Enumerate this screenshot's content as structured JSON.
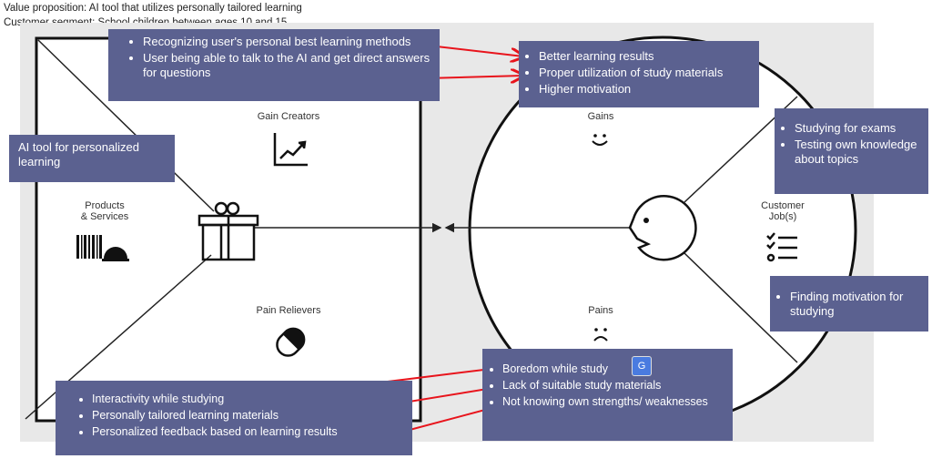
{
  "header": {
    "value_proposition": "Value proposition: AI tool that utilizes personally tailored learning",
    "customer_segment": "Customer segment: School children between ages 10 and 15"
  },
  "canvas": {
    "gain_creators": "Gain Creators",
    "products_services_1": "Products",
    "products_services_2": "& Services",
    "pain_relievers": "Pain Relievers",
    "gains": "Gains",
    "pains": "Pains",
    "customer_jobs_1": "Customer",
    "customer_jobs_2": "Job(s)"
  },
  "notes": {
    "gain_creators": [
      "Recognizing user's personal best learning methods",
      "User being able to talk to the AI and get direct answers for questions"
    ],
    "product": "AI tool for personalized learning",
    "gains": [
      "Better learning results",
      "Proper utilization of study materials",
      "Higher motivation"
    ],
    "jobs": [
      "Studying for exams",
      "Testing own knowledge about topics"
    ],
    "jobs2": [
      "Finding motivation for studying"
    ],
    "pains": [
      "Boredom while study",
      "Lack of suitable study materials",
      "Not knowing own strengths/ weaknesses"
    ],
    "pain_relievers": [
      "Interactivity while studying",
      "Personally tailored learning materials",
      "Personalized feedback based on learning results"
    ]
  },
  "colors": {
    "note_bg": "#5b6190",
    "arrow": "#e8141c"
  }
}
